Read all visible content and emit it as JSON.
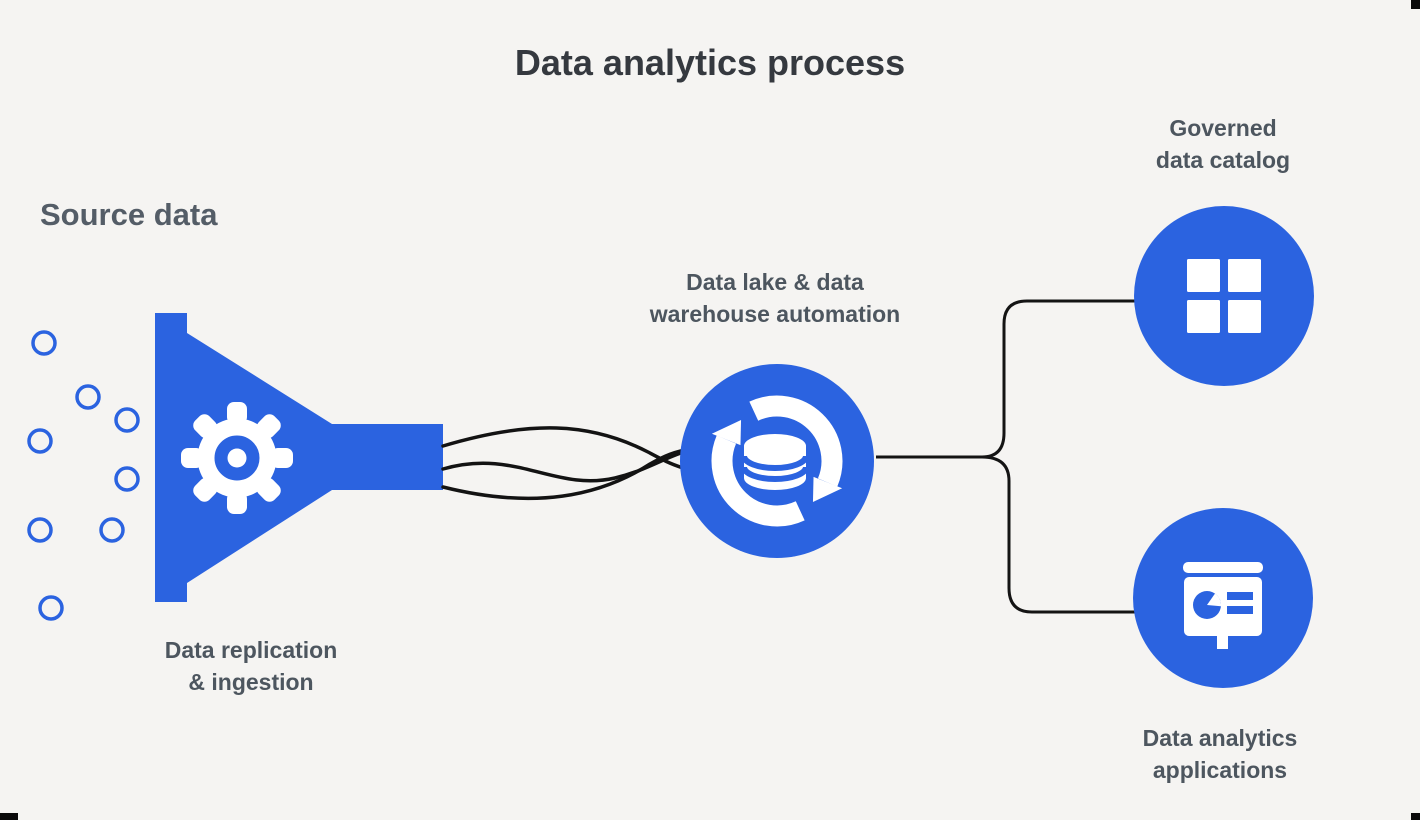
{
  "title": "Data analytics process",
  "labels": {
    "source_data": "Source data",
    "replication": [
      "Data replication",
      "& ingestion"
    ],
    "warehouse": [
      "Data lake & data",
      "warehouse automation"
    ],
    "catalog": [
      "Governed",
      "data catalog"
    ],
    "analytics": [
      "Data analytics",
      "applications"
    ]
  },
  "flow": {
    "edges": [
      "Source data -> Data replication & ingestion",
      "Data replication & ingestion -> Data lake & data warehouse automation",
      "Data lake & data warehouse automation -> Governed data catalog",
      "Data lake & data warehouse automation -> Data analytics applications"
    ]
  },
  "icons": {
    "gear": "gear-icon",
    "sync_database": "sync-database-icon",
    "grid_squares": "grid-squares-icon",
    "presentation_chart": "presentation-chart-icon"
  },
  "colors": {
    "accent_blue": "#2b63e0",
    "background": "#f5f4f2",
    "title_text": "#35393f",
    "label_text": "#4d565f",
    "connector_line": "#141414"
  }
}
